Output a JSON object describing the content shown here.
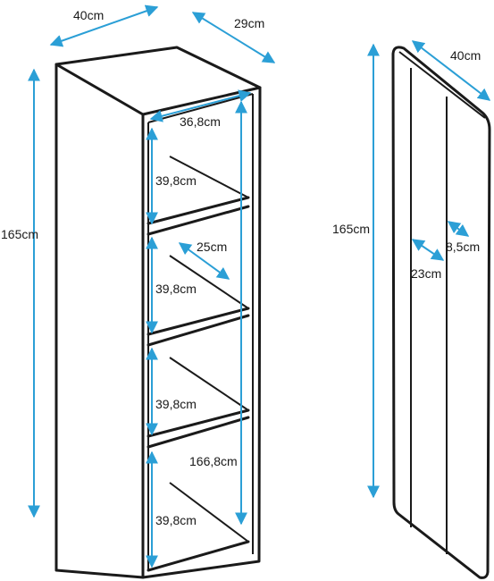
{
  "accent_color": "#2b9fd6",
  "outline_color": "#1a1a1a",
  "shelf_unit": {
    "width": "40cm",
    "depth": "29cm",
    "height": "165cm",
    "inner_width": "36,8cm",
    "shelf_depth": "25cm",
    "inner_height": "166,8cm",
    "compartment_heights": [
      "39,8cm",
      "39,8cm",
      "39,8cm",
      "39,8cm"
    ]
  },
  "door_panel": {
    "width": "40cm",
    "height": "165cm",
    "thickness_a": "8,5cm",
    "thickness_b": "23cm"
  }
}
